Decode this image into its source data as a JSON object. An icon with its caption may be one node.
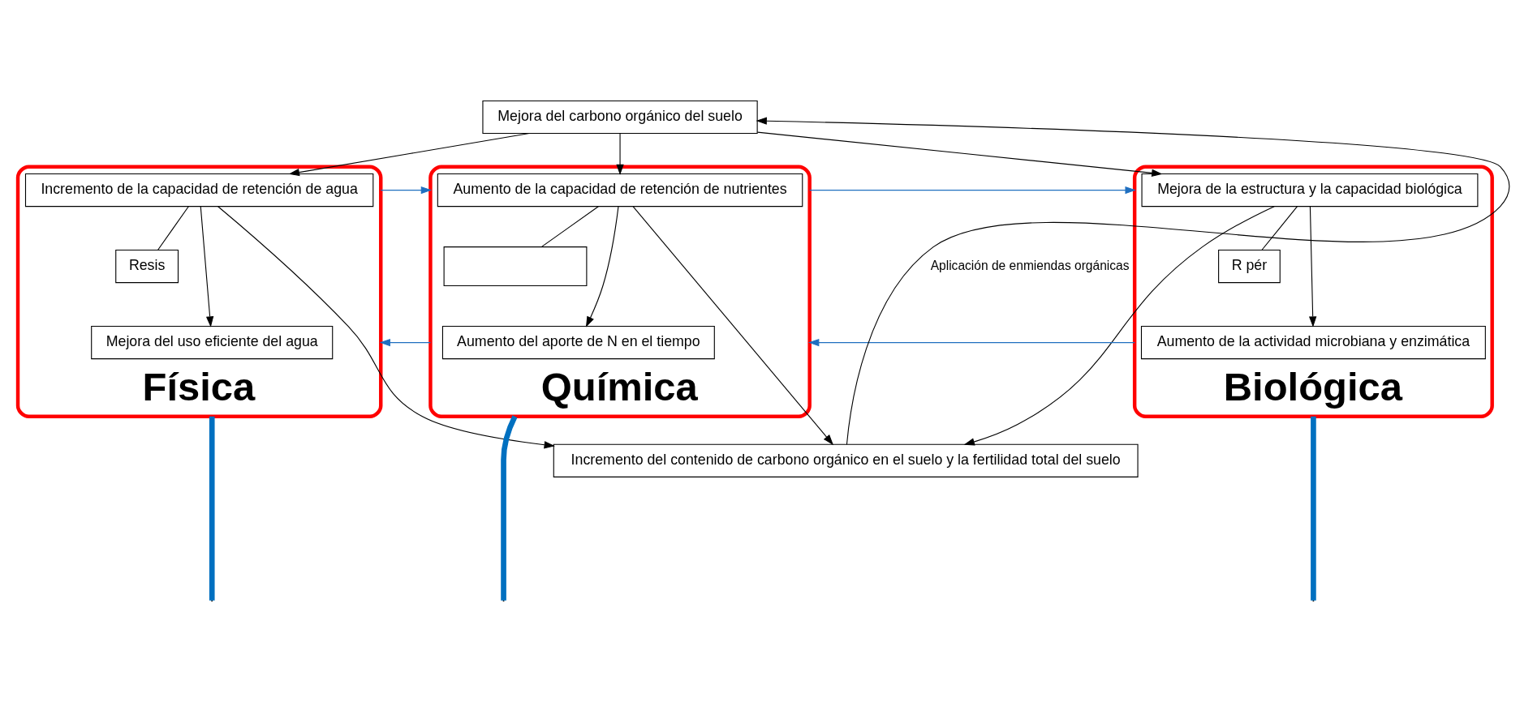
{
  "diagram": {
    "nodes": [
      {
        "text": [
          "Mejora del carbono orgánico del suelo"
        ]
      },
      {
        "text": [
          "Física"
        ]
      },
      {
        "text": [
          "Incremento de la capacidad de retención de agua"
        ],
        "in": 1
      },
      {
        "text": [
          "Resis"
        ],
        "in": 1
      },
      {
        "text": [
          "Mejora del uso eficiente del agua"
        ],
        "in": 1
      },
      {
        "text": [
          "Química"
        ]
      },
      {
        "text": [
          "Aumento de la capacidad de retención de nutrientes"
        ],
        "in": 5
      },
      {
        "text": [],
        "shape": "box",
        "in": 5
      },
      {
        "text": [
          "Aumento del aporte de N en el tiempo"
        ],
        "in": 5
      },
      {
        "text": [
          "Biológica"
        ]
      },
      {
        "text": [
          "Mejora de la estructura y la capacidad biológica"
        ],
        "in": 9
      },
      {
        "text": [
          "R pér"
        ],
        "in": 9
      },
      {
        "text": [
          "Aumento de la actividad microbiana y enzimática"
        ],
        "in": 9
      },
      {
        "text": [
          "Incremento del contenido de carbono orgánico en el suelo y la fertilidad total del suelo"
        ]
      }
    ],
    "edges": [
      {
        "from": 0,
        "to": 2,
        "arrow": "to"
      },
      {
        "from": 0,
        "to": 6,
        "arrow": "to"
      },
      {
        "from": 0,
        "to": 10,
        "arrow": "to"
      },
      {
        "from": 2,
        "to": 3,
        "arrow": "none"
      },
      {
        "from": 2,
        "to": 4,
        "arrow": "to"
      },
      {
        "from": 2,
        "to": 13,
        "arrow": "to"
      },
      {
        "from": 6,
        "to": 7,
        "arrow": "none"
      },
      {
        "from": 6,
        "to": 8,
        "arrow": "to"
      },
      {
        "from": 6,
        "to": 13,
        "arrow": "to"
      },
      {
        "from": 10,
        "to": 11,
        "arrow": "none"
      },
      {
        "from": 10,
        "to": 12,
        "arrow": "to"
      },
      {
        "from": 10,
        "to": 13,
        "arrow": "to"
      },
      {
        "from": 13,
        "to": 0,
        "arrow": "to",
        "label": "Aplicación de enmiendas orgánicas"
      },
      {
        "from": 1,
        "to": 5,
        "arrow": "to",
        "color": "#1f6fc0"
      },
      {
        "from": 5,
        "to": 1,
        "arrow": "to",
        "color": "#1f6fc0"
      },
      {
        "from": 5,
        "to": 9,
        "arrow": "to",
        "color": "#1f6fc0"
      },
      {
        "from": 9,
        "to": 5,
        "arrow": "to",
        "color": "#1f6fc0"
      },
      {
        "from": 1,
        "to": null,
        "arrow": "none",
        "style": "thick",
        "color": "#0070c0"
      },
      {
        "from": 5,
        "to": null,
        "arrow": "none",
        "style": "thick",
        "color": "#0070c0"
      },
      {
        "from": 9,
        "to": null,
        "arrow": "none",
        "style": "thick",
        "color": "#0070c0"
      }
    ]
  }
}
